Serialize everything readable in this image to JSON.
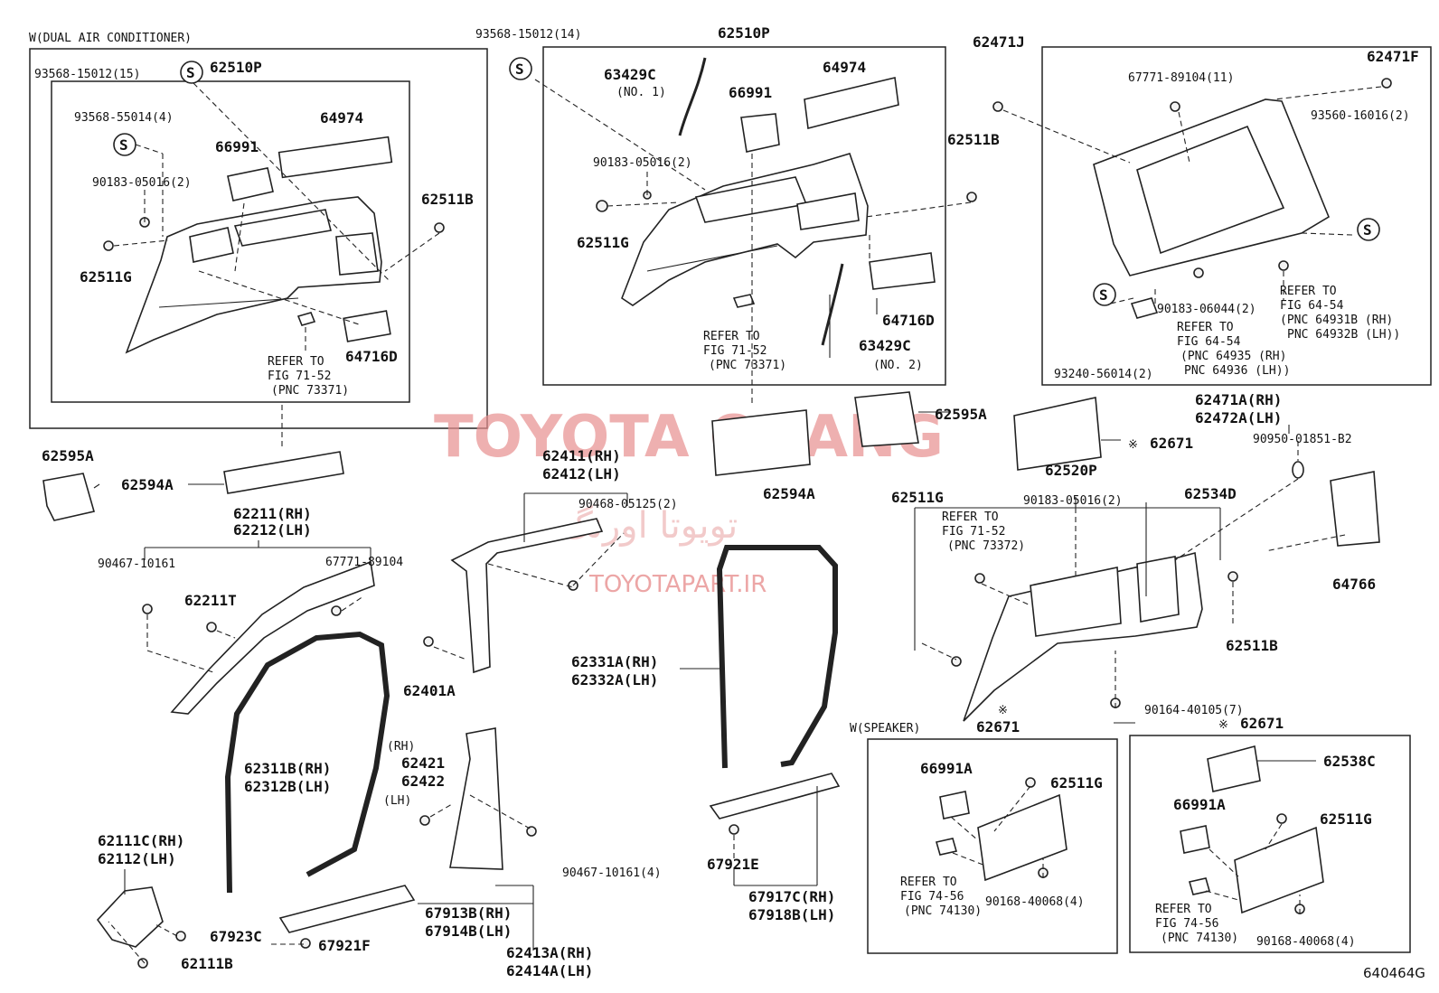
{
  "figure_id": "640464G",
  "watermark": {
    "brand": "TOYOTA ORANG",
    "url": "TOYOTAPART.IR",
    "arabic": "تویوتا اورنگ"
  },
  "captions": {
    "dual_ac": "W(DUAL AIR CONDITIONER)",
    "speaker": "W(SPEAKER)",
    "s_mark": "S",
    "asterisk": "※"
  },
  "refs": {
    "r1": [
      "REFER TO",
      "FIG 71-52",
      "(PNC 73371)"
    ],
    "r2": [
      "REFER TO",
      "FIG 71-52",
      "(PNC 73371)"
    ],
    "r3": [
      "REFER TO",
      "FIG 64-54",
      "(PNC 64931B (RH)",
      "PNC 64932B (LH))"
    ],
    "r4": [
      "REFER TO",
      "FIG 64-54",
      "(PNC 64935 (RH)",
      "PNC 64936 (LH))"
    ],
    "r5": [
      "REFER TO",
      "FIG 71-52",
      "(PNC 73372)"
    ],
    "r6": [
      "REFER TO",
      "FIG 74-56",
      "(PNC 74130)"
    ],
    "r7": [
      "REFER TO",
      "FIG 74-56",
      "(PNC 74130)"
    ]
  },
  "labels": {
    "a01": "93568-15012(15)",
    "a02": "62510P",
    "a03": "93568-55014(4)",
    "a04": "64974",
    "a05": "66991",
    "a06": "90183-05016(2)",
    "a07": "62511B",
    "a08": "62511G",
    "a09": "64716D",
    "b01": "93568-15012(14)",
    "b02": "62510P",
    "b03": "63429C",
    "b04": "(NO. 1)",
    "b05": "66991",
    "b06": "64974",
    "b07": "90183-05016(2)",
    "b08": "62511B",
    "b09": "62511G",
    "b10": "64716D",
    "b11": "63429C",
    "b12": "(NO. 2)",
    "c01": "62471J",
    "c02": "67771-89104(11)",
    "c03": "62471F",
    "c04": "93560-16016(2)",
    "c05": "90183-06044(2)",
    "c06": "93240-56014(2)",
    "c07": "62471A(RH)",
    "c08": "62472A(LH)",
    "d01": "62595A",
    "d02": "62594A",
    "d03": "62211(RH)",
    "d04": "62212(LH)",
    "d05": "90467-10161",
    "d06": "67771-89104",
    "d07": "62211T",
    "e01": "62411(RH)",
    "e02": "62412(LH)",
    "e03": "90468-05125(2)",
    "e04": "62401A",
    "e05": "62594A",
    "e06": "62595A",
    "e07": "62331A(RH)",
    "e08": "62332A(LH)",
    "f01": "62671",
    "f02": "62520P",
    "f03": "90950-01851-B2",
    "f04": "62511G",
    "f05": "90183-05016(2)",
    "f06": "62534D",
    "f07": "64766",
    "f08": "62511B",
    "f09": "90164-40105(7)",
    "f10": "62671",
    "f11": "62671",
    "g01": "62311B(RH)",
    "g02": "62312B(LH)",
    "g03": "(RH)",
    "g04": "62421",
    "g05": "62422",
    "g06": "(LH)",
    "g07": "90467-10161(4)",
    "g08": "67921E",
    "g09": "67917C(RH)",
    "g10": "67918B(LH)",
    "g11": "62111C(RH)",
    "g12": "62112(LH)",
    "g13": "67923C",
    "g14": "62111B",
    "g15": "67913B(RH)",
    "g16": "67914B(LH)",
    "g17": "67921F",
    "g18": "62413A(RH)",
    "g19": "62414A(LH)",
    "h01": "66991A",
    "h02": "62511G",
    "h03": "90168-40068(4)",
    "h04": "62538C",
    "h05": "66991A",
    "h06": "62511G",
    "h07": "90168-40068(4)"
  }
}
